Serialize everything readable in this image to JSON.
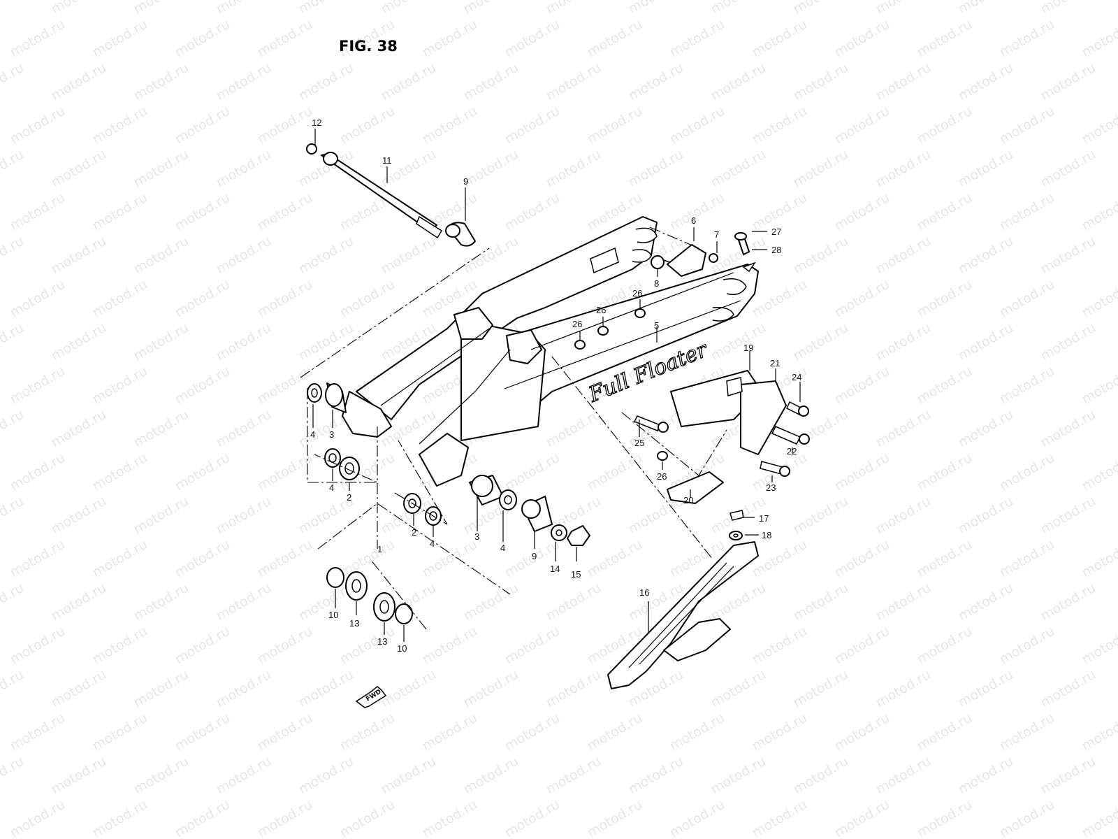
{
  "figure": {
    "title": "FIG. 38"
  },
  "watermark": {
    "text": "motod.ru"
  },
  "logo": {
    "text": "Full Floater"
  },
  "fwd_arrow": {
    "label": "FWD",
    "icon": "forward-arrow-icon"
  },
  "callouts": [
    {
      "id": "c12a",
      "label": "12"
    },
    {
      "id": "c11",
      "label": "11"
    },
    {
      "id": "c9a",
      "label": "9"
    },
    {
      "id": "c6",
      "label": "6"
    },
    {
      "id": "c7",
      "label": "7"
    },
    {
      "id": "c8",
      "label": "8"
    },
    {
      "id": "c27",
      "label": "27"
    },
    {
      "id": "c28",
      "label": "28"
    },
    {
      "id": "c26a",
      "label": "26"
    },
    {
      "id": "c26b",
      "label": "26"
    },
    {
      "id": "c26c",
      "label": "26"
    },
    {
      "id": "c5",
      "label": "5"
    },
    {
      "id": "c19",
      "label": "19"
    },
    {
      "id": "c21",
      "label": "21"
    },
    {
      "id": "c24",
      "label": "24"
    },
    {
      "id": "c4a",
      "label": "4"
    },
    {
      "id": "c3a",
      "label": "3"
    },
    {
      "id": "c4b",
      "label": "4"
    },
    {
      "id": "c2a",
      "label": "2"
    },
    {
      "id": "c25",
      "label": "25"
    },
    {
      "id": "c22",
      "label": "22"
    },
    {
      "id": "c26d",
      "label": "26"
    },
    {
      "id": "c23",
      "label": "23"
    },
    {
      "id": "c20",
      "label": "20"
    },
    {
      "id": "c2b",
      "label": "2"
    },
    {
      "id": "c4c",
      "label": "4"
    },
    {
      "id": "c3b",
      "label": "3"
    },
    {
      "id": "c4d",
      "label": "4"
    },
    {
      "id": "c9b",
      "label": "9"
    },
    {
      "id": "c14",
      "label": "14"
    },
    {
      "id": "c15",
      "label": "15"
    },
    {
      "id": "c17",
      "label": "17"
    },
    {
      "id": "c18",
      "label": "18"
    },
    {
      "id": "c1",
      "label": "1"
    },
    {
      "id": "c16",
      "label": "16"
    },
    {
      "id": "c10a",
      "label": "10"
    },
    {
      "id": "c13a",
      "label": "13"
    },
    {
      "id": "c13b",
      "label": "13"
    },
    {
      "id": "c10b",
      "label": "10"
    }
  ]
}
